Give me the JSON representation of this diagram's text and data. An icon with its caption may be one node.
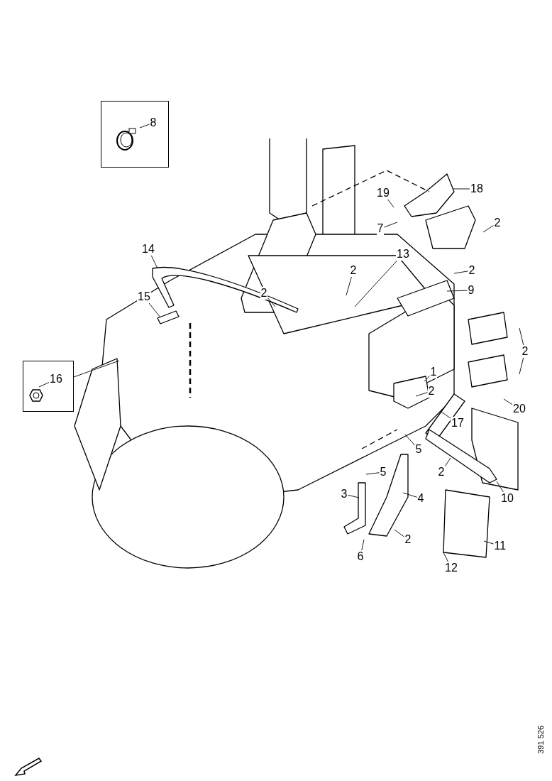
{
  "diagram": {
    "nodes": [
      {
        "text": [],
        "shape": "box"
      },
      {
        "text": [
          "8"
        ],
        "in": 0
      },
      {
        "text": [
          "18"
        ]
      },
      {
        "text": [
          "19"
        ]
      },
      {
        "text": [
          "7"
        ]
      },
      {
        "text": [
          "2"
        ]
      },
      {
        "text": [
          "14"
        ]
      },
      {
        "text": [
          "13"
        ]
      },
      {
        "text": [
          "2"
        ]
      },
      {
        "text": [
          "2"
        ]
      },
      {
        "text": [
          "2"
        ]
      },
      {
        "text": [
          "9"
        ]
      },
      {
        "text": [
          "15"
        ]
      },
      {
        "text": [
          "2"
        ]
      },
      {
        "text": [],
        "shape": "box"
      },
      {
        "text": [
          "16"
        ],
        "in": 14
      },
      {
        "text": [
          "1"
        ]
      },
      {
        "text": [
          "2"
        ]
      },
      {
        "text": [
          "20"
        ]
      },
      {
        "text": [
          "17"
        ]
      },
      {
        "text": [
          "5"
        ]
      },
      {
        "text": [
          "2"
        ]
      },
      {
        "text": [
          "5"
        ]
      },
      {
        "text": [
          "10"
        ]
      },
      {
        "text": [
          "3"
        ]
      },
      {
        "text": [
          "4"
        ]
      },
      {
        "text": [
          "2"
        ]
      },
      {
        "text": [
          "11"
        ]
      },
      {
        "text": [
          "6"
        ]
      },
      {
        "text": [
          "12"
        ]
      }
    ],
    "edges": [
      {
        "from": 1,
        "to": null,
        "arrow": "none"
      },
      {
        "from": 2,
        "to": null,
        "arrow": "none"
      },
      {
        "from": 3,
        "to": null,
        "arrow": "none"
      },
      {
        "from": 4,
        "to": null,
        "arrow": "none"
      },
      {
        "from": 5,
        "to": null,
        "arrow": "none"
      },
      {
        "from": 6,
        "to": null,
        "arrow": "none"
      },
      {
        "from": 7,
        "to": null,
        "arrow": "none"
      },
      {
        "from": 8,
        "to": null,
        "arrow": "none"
      },
      {
        "from": 9,
        "to": null,
        "arrow": "none"
      },
      {
        "from": 10,
        "to": null,
        "arrow": "none"
      },
      {
        "from": 11,
        "to": null,
        "arrow": "none"
      },
      {
        "from": 12,
        "to": null,
        "arrow": "none"
      },
      {
        "from": 13,
        "to": null,
        "arrow": "none"
      },
      {
        "from": 13,
        "to": null,
        "arrow": "none"
      },
      {
        "from": 14,
        "to": null,
        "arrow": "none"
      },
      {
        "from": 15,
        "to": null,
        "arrow": "none"
      },
      {
        "from": 16,
        "to": null,
        "arrow": "none"
      },
      {
        "from": 17,
        "to": null,
        "arrow": "none"
      },
      {
        "from": 18,
        "to": null,
        "arrow": "none"
      },
      {
        "from": 19,
        "to": null,
        "arrow": "none"
      },
      {
        "from": 20,
        "to": null,
        "arrow": "none"
      },
      {
        "from": 21,
        "to": null,
        "arrow": "none"
      },
      {
        "from": 22,
        "to": null,
        "arrow": "none"
      },
      {
        "from": 23,
        "to": null,
        "arrow": "none"
      },
      {
        "from": 24,
        "to": null,
        "arrow": "none"
      },
      {
        "from": 25,
        "to": null,
        "arrow": "none"
      },
      {
        "from": 26,
        "to": null,
        "arrow": "none"
      },
      {
        "from": 27,
        "to": null,
        "arrow": "none"
      },
      {
        "from": 28,
        "to": null,
        "arrow": "none"
      },
      {
        "from": 29,
        "to": null,
        "arrow": "none"
      }
    ],
    "labels": [
      "391 526"
    ]
  }
}
